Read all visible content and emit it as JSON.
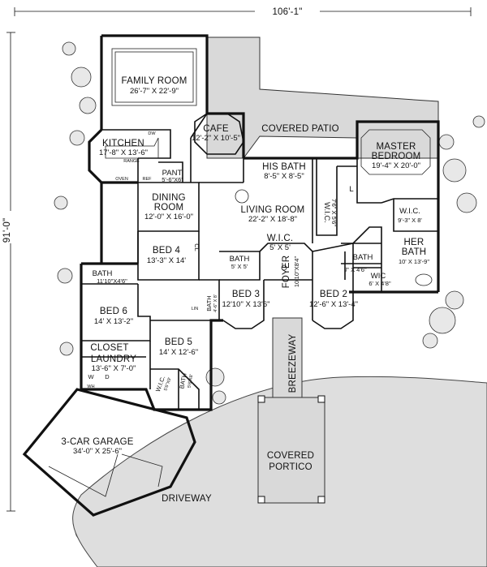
{
  "dimensions": {
    "width_label": "106'-1\"",
    "depth_label": "91'-0\""
  },
  "rooms": {
    "family_room": {
      "name": "FAMILY ROOM",
      "size": "26'-7\" X 22'-9\""
    },
    "kitchen": {
      "name": "KITCHEN",
      "size": "17'-8\" X 13'-6\""
    },
    "cafe": {
      "name": "CAFE",
      "size": "12'-2\" X 10'-5\""
    },
    "covered_patio": {
      "name": "COVERED PATIO"
    },
    "master_bedroom": {
      "name1": "MASTER",
      "name2": "BEDROOM",
      "size": "19'-4\" X 20'-0\""
    },
    "his_bath": {
      "name": "HIS BATH",
      "size": "8'-5\" X 8'-5\""
    },
    "pantry": {
      "name": "PANT",
      "size": "5'-6\"X6'"
    },
    "dining_room": {
      "name1": "DINING",
      "name2": "ROOM",
      "size": "12'-0\" X 16'-0\""
    },
    "living_room": {
      "name": "LIVING ROOM",
      "size": "22'-2\" X 18'-8\""
    },
    "wic_master1": {
      "name": "W.I.C.",
      "size": "7'6\" X 5'6\""
    },
    "wic_master2": {
      "name": "W.I.C.",
      "size": "9'-3\" X 8'"
    },
    "her_bath": {
      "name1": "HER",
      "name2": "BATH",
      "size": "10' X 13'-9\""
    },
    "bed4": {
      "name": "BED 4",
      "size": "13'-3\" X 14'"
    },
    "wic_foyer": {
      "name": "W.I.C.",
      "size": "5' X 5'"
    },
    "bath_center": {
      "name": "BATH",
      "size": "5' X 5'"
    },
    "foyer": {
      "name": "FOYER",
      "size": "10'10\"X8'4\""
    },
    "bath_left": {
      "name": "BATH",
      "size": "11'10\"X4'6\""
    },
    "bath_master_small": {
      "name": "BATH",
      "size": "7' X 4'6\""
    },
    "wic_master_small": {
      "name": "WIC",
      "size": "6' X 4'8\""
    },
    "bed6": {
      "name": "BED 6",
      "size": "14' X 13'-2\""
    },
    "bath_bed3": {
      "name": "BATH",
      "size": "4'-6\" X 8'"
    },
    "bed3": {
      "name": "BED 3",
      "size": "12'10\" X 13'6\""
    },
    "bed2": {
      "name": "BED 2",
      "size": "12'-6\" X 13'-4\""
    },
    "closet": {
      "name": "CLOSET"
    },
    "laundry": {
      "name": "LAUNDRY",
      "size": "13'-6\" X 7'-0\""
    },
    "bed5": {
      "name": "BED 5",
      "size": "14' X 12'-6\""
    },
    "wic_bed5": {
      "name": "W.I.C.",
      "size": "5'6\"X9'"
    },
    "bath_bed5": {
      "name": "BATH",
      "size": "5'6\"X8'"
    },
    "garage": {
      "name": "3-CAR GARAGE",
      "size": "34'-0\" X 25'-6\""
    },
    "breezeway": {
      "name": "BREEZEWAY"
    },
    "covered_portico": {
      "name1": "COVERED",
      "name2": "PORTICO"
    },
    "driveway": {
      "name": "DRIVEWAY"
    }
  },
  "fixtures": {
    "dw": "DW",
    "range": "RANGE",
    "oven": "OVEN",
    "ref": "REF",
    "cl": "CL",
    "l": "L",
    "wh": "WH",
    "lin": "LIN",
    "w": "W",
    "d": "D"
  }
}
